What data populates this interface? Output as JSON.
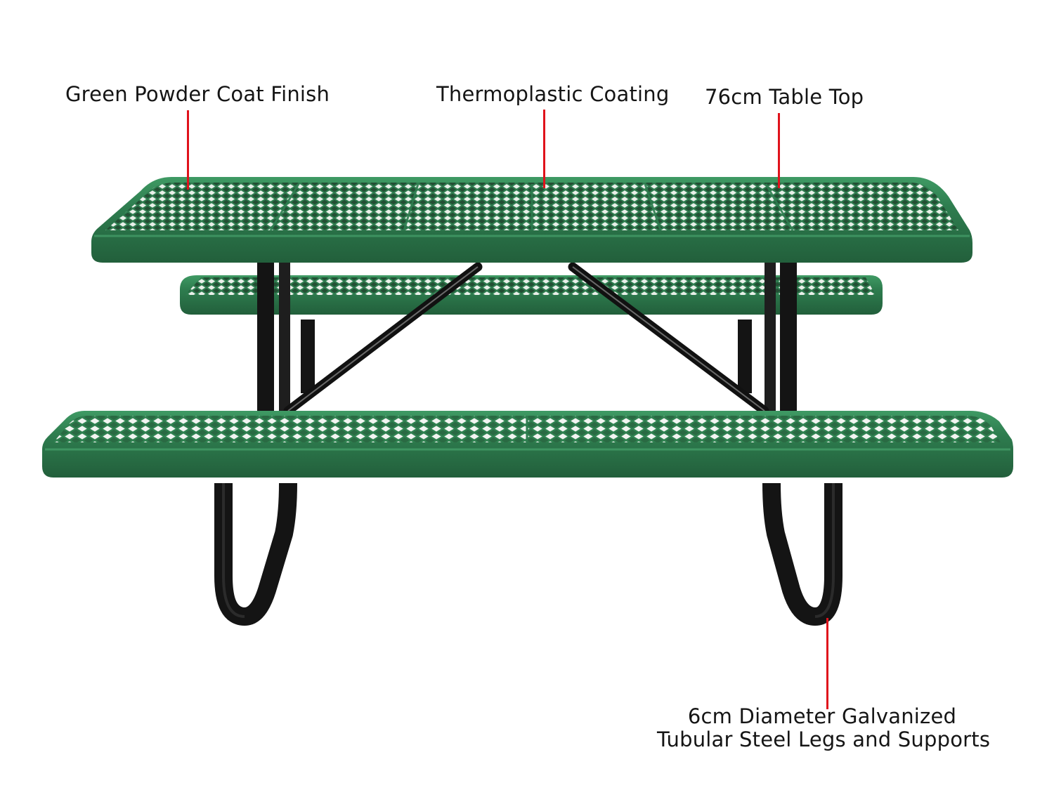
{
  "figure": {
    "type": "product-feature-callouts",
    "subject": "Rectangular picnic table with expanded metal mesh top and benches",
    "colors": {
      "background": "#ffffff",
      "coating_green": "#2e7d4f",
      "coating_green_dark": "#1f5e3a",
      "coating_green_light": "#3f9a64",
      "frame_black": "#141414",
      "leader_red": "#e0121b",
      "label_text": "#151515"
    }
  },
  "callouts": [
    {
      "id": "finish",
      "text": "Green Powder Coat Finish",
      "points_to": "table-top-left"
    },
    {
      "id": "coating",
      "text": "Thermoplastic Coating",
      "points_to": "table-top-center"
    },
    {
      "id": "top",
      "text": "76cm Table Top",
      "points_to": "table-top-right"
    },
    {
      "id": "legs",
      "text_lines": [
        "6cm Diameter Galvanized",
        "Tubular Steel Legs and Supports"
      ],
      "points_to": "right-leg-bottom"
    }
  ]
}
